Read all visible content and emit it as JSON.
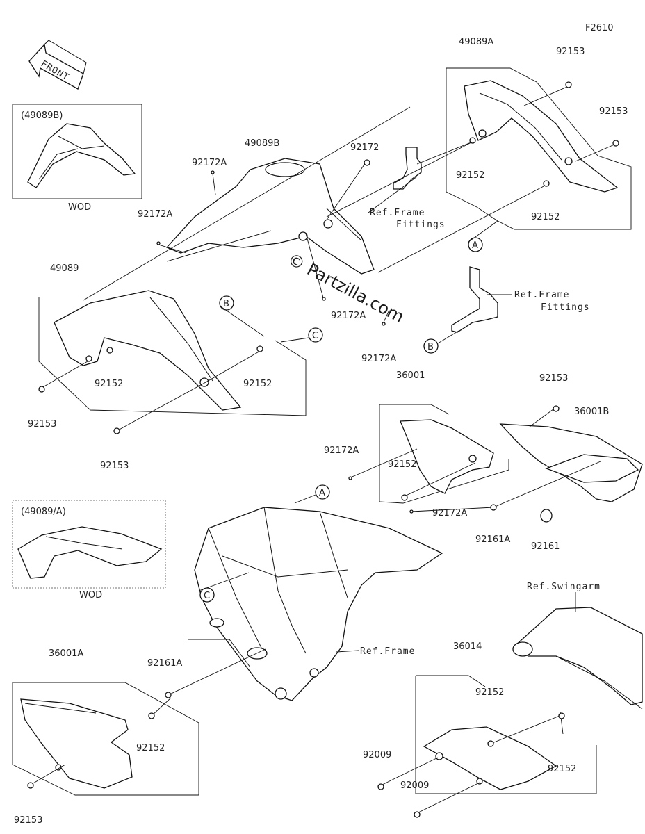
{
  "figure_code": "F2610",
  "front_arrow_text": "FRONT",
  "watermark": "© Partzilla.com",
  "inset_top": {
    "title": "(49089B)",
    "caption": "WOD"
  },
  "inset_mid": {
    "title": "(49089/A)",
    "caption": "WOD"
  },
  "callouts": {
    "a": "A",
    "b": "B",
    "c": "C"
  },
  "refs": {
    "frame_fittings_1": "Ref.Frame",
    "frame_fittings_1b": "Fittings",
    "frame_fittings_2": "Ref.Frame",
    "frame_fittings_2b": "Fittings",
    "frame": "Ref.Frame",
    "swingarm": "Ref.Swingarm"
  },
  "labels": {
    "p49089A": "49089A",
    "p92153_a": "92153",
    "p92153_b": "92153",
    "p92152_a": "92152",
    "p92152_b": "92152",
    "p92172_top": "92172",
    "p49089B": "49089B",
    "p92172A_a": "92172A",
    "p92172A_b": "92172A",
    "p49089": "49089",
    "p92172A_c": "92172A",
    "p92172A_d": "92172A",
    "p92152_c": "92152",
    "p92152_d": "92152",
    "p92153_c": "92153",
    "p92153_d": "92153",
    "p36001": "36001",
    "p92153_e": "92153",
    "p36001B": "36001B",
    "p92172A_e": "92172A",
    "p92152_e": "92152",
    "p92172A_f": "92172A",
    "p92161A_a": "92161A",
    "p92161": "92161",
    "p36001A": "36001A",
    "p92161A_b": "92161A",
    "p92152_f": "92152",
    "p92153_f": "92153",
    "p36014": "36014",
    "p92152_g": "92152",
    "p92009_a": "92009",
    "p92152_h": "92152",
    "p92009_b": "92009"
  }
}
